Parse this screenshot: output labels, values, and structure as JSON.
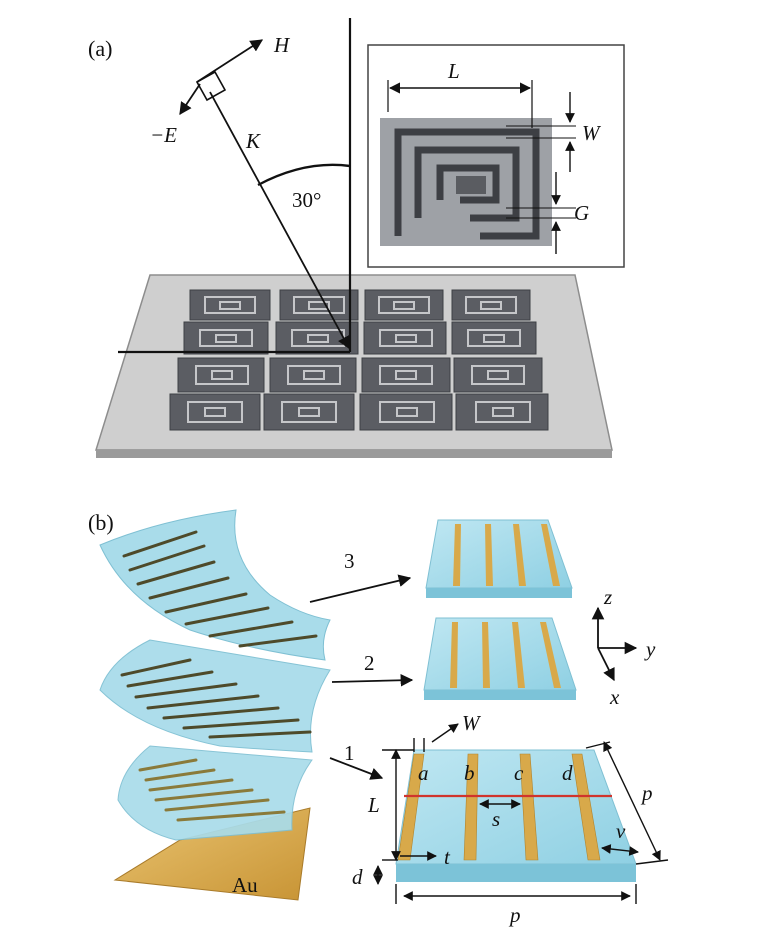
{
  "panel_a": {
    "label": "(a)",
    "vectors": {
      "h": "H",
      "e": "−E",
      "k": "K"
    },
    "angle": "30°",
    "inset": {
      "l": "L",
      "w": "W",
      "g": "G"
    }
  },
  "panel_b": {
    "label": "(b)",
    "layers": [
      "3",
      "2",
      "1"
    ],
    "substrate": "Au",
    "axes": {
      "z": "z",
      "y": "y",
      "x": "x"
    },
    "dims": {
      "w": "W",
      "a": "a",
      "b": "b",
      "c": "c",
      "d_strip": "d",
      "L": "L",
      "s": "s",
      "t": "t",
      "p_side": "p",
      "v": "v",
      "d_thick": "d",
      "p_bottom": "p"
    }
  },
  "colors": {
    "substrate_gray": "#c9c9c9",
    "srr_gray": "#5b5d63",
    "dielectric_blue": "#a9dcea",
    "gold": "#d8a94a",
    "red_line": "#d0342c"
  }
}
